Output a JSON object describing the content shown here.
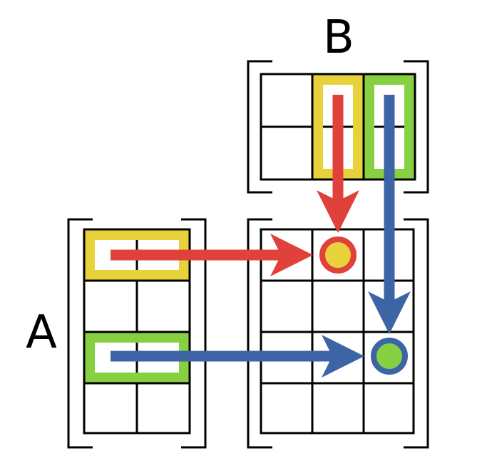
{
  "labels": {
    "a": "A",
    "b": "B"
  },
  "matrices": {
    "a": {
      "rows": 4,
      "cols": 2,
      "highlighted_rows": [
        1,
        3
      ]
    },
    "b": {
      "rows": 2,
      "cols": 3,
      "highlighted_cols": [
        2,
        3
      ]
    },
    "result": {
      "rows": 4,
      "cols": 3,
      "highlighted_cells": [
        [
          1,
          2
        ],
        [
          3,
          3
        ]
      ]
    }
  },
  "colors": {
    "yellow": "#e8d23c",
    "green": "#86d042",
    "red": "#e0413a",
    "blue": "#3d64a4",
    "grid": "#000000"
  }
}
